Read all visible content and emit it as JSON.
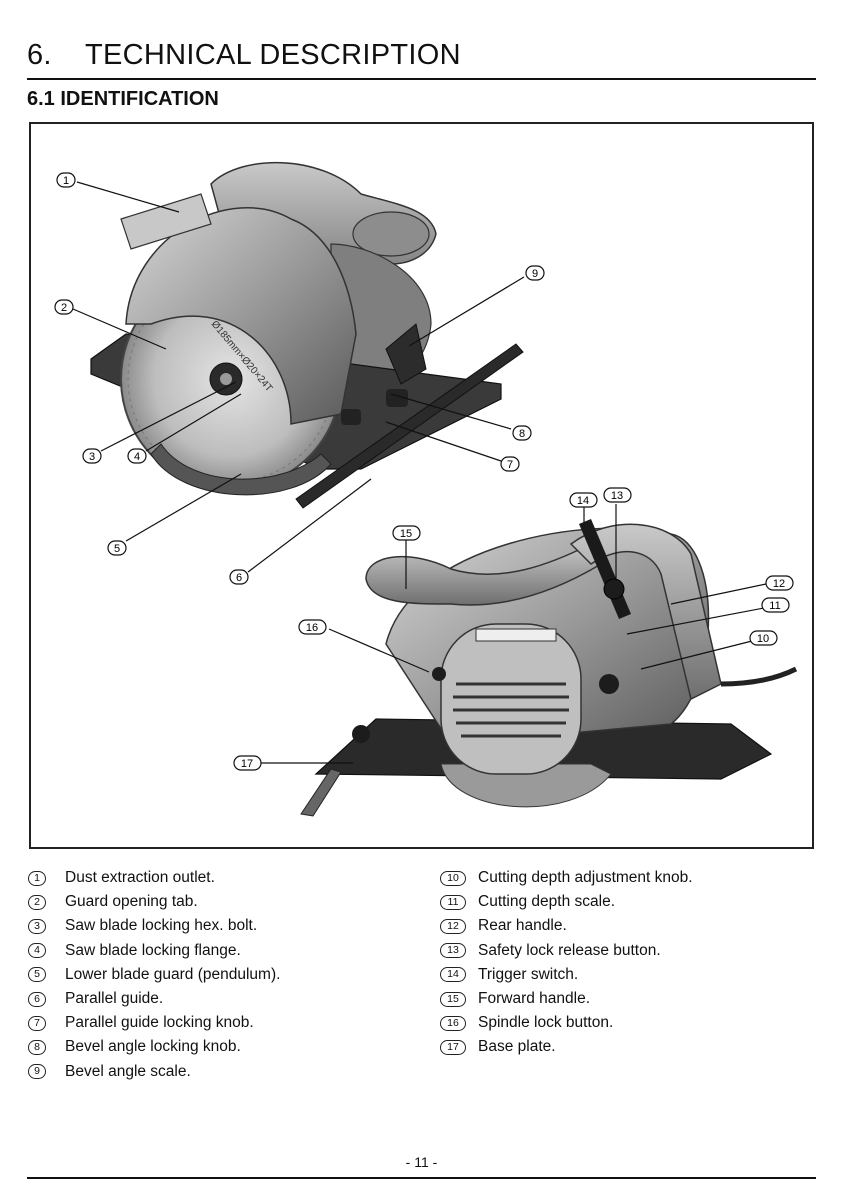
{
  "header": {
    "section_number": "6.",
    "section_title": "TECHNICAL DESCRIPTION",
    "subsection": "6.1 IDENTIFICATION"
  },
  "figure": {
    "callouts": [
      "1",
      "2",
      "3",
      "4",
      "5",
      "6",
      "7",
      "8",
      "9",
      "10",
      "11",
      "12",
      "13",
      "14",
      "15",
      "16",
      "17"
    ],
    "blade_marking": "Ø185mm×Ø20×24T"
  },
  "legend_left": [
    {
      "num": "1",
      "text": "Dust extraction outlet."
    },
    {
      "num": "2",
      "text": "Guard opening tab."
    },
    {
      "num": "3",
      "text": "Saw blade locking hex. bolt."
    },
    {
      "num": "4",
      "text": "Saw blade locking flange."
    },
    {
      "num": "5",
      "text": "Lower blade guard (pendulum)."
    },
    {
      "num": "6",
      "text": "Parallel guide."
    },
    {
      "num": "7",
      "text": "Parallel guide locking knob."
    },
    {
      "num": "8",
      "text": "Bevel angle locking knob."
    },
    {
      "num": "9",
      "text": "Bevel angle scale."
    }
  ],
  "legend_right": [
    {
      "num": "10",
      "text": "Cutting depth adjustment knob."
    },
    {
      "num": "11",
      "text": "Cutting depth scale."
    },
    {
      "num": "12",
      "text": "Rear handle."
    },
    {
      "num": "13",
      "text": "Safety lock release button."
    },
    {
      "num": "14",
      "text": "Trigger switch."
    },
    {
      "num": "15",
      "text": "Forward handle."
    },
    {
      "num": "16",
      "text": "Spindle lock button."
    },
    {
      "num": "17",
      "text": "Base plate."
    }
  ],
  "footer": {
    "page_number": "- 11 -"
  }
}
